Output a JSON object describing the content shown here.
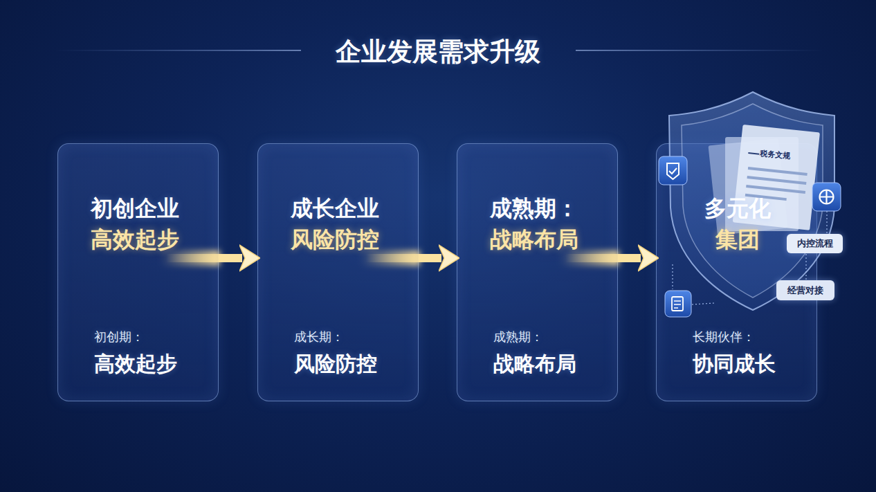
{
  "diagram": {
    "title": "企业发展需求升级",
    "nodes": [
      {
        "text": [
          "初创企业",
          "高效起步",
          "初创期：",
          "高效起步"
        ]
      },
      {
        "text": [
          "成长企业",
          "风险防控",
          "成长期：",
          "风险防控"
        ]
      },
      {
        "text": [
          "成熟期：",
          "战略布局",
          "成熟期：",
          "战略布局"
        ]
      },
      {
        "text": [
          "多元化",
          "集团",
          "长期伙伴：",
          "协同成长"
        ]
      }
    ],
    "edges": [
      {
        "from": 0,
        "to": 1,
        "arrow": "to"
      },
      {
        "from": 1,
        "to": 2,
        "arrow": "to"
      },
      {
        "from": 2,
        "to": 3,
        "arrow": "to"
      }
    ],
    "labels": [
      "税务文规",
      "内控流程",
      "经营对接"
    ]
  }
}
